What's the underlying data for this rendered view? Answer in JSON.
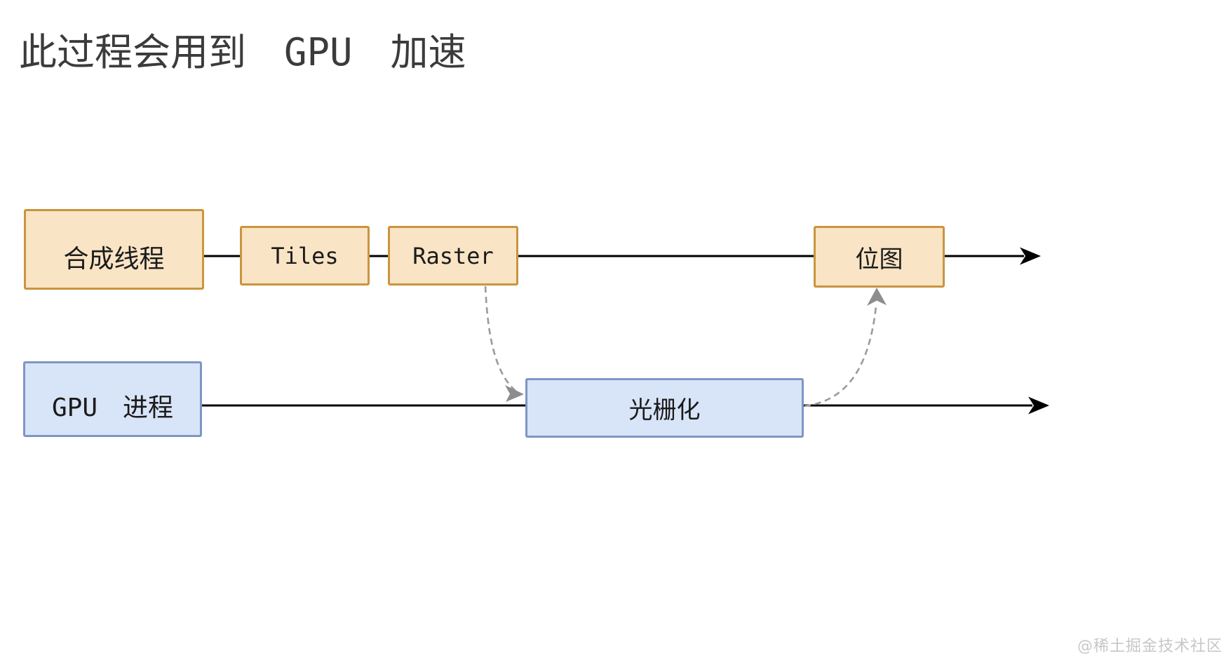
{
  "title": "此过程会用到　GPU　加速",
  "nodes": {
    "compositor": {
      "label": "合成线程"
    },
    "tiles": {
      "label": "Tiles"
    },
    "raster": {
      "label": "Raster"
    },
    "bitmap": {
      "label": "位图"
    },
    "gpu": {
      "label": "GPU　进程"
    },
    "rasterization": {
      "label": "光栅化"
    }
  },
  "edges": [
    {
      "from": "合成线程",
      "to": "Tiles",
      "style": "solid-line"
    },
    {
      "from": "Tiles",
      "to": "Raster",
      "style": "solid-line"
    },
    {
      "from": "Raster",
      "to": "位图",
      "style": "solid-line"
    },
    {
      "from": "位图",
      "to": "arrow-right",
      "style": "solid-arrow"
    },
    {
      "from": "GPU 进程",
      "to": "光栅化",
      "style": "solid-line"
    },
    {
      "from": "光栅化",
      "to": "arrow-right",
      "style": "solid-arrow"
    },
    {
      "from": "Raster",
      "to": "光栅化",
      "style": "dashed-arrow"
    },
    {
      "from": "光栅化",
      "to": "位图",
      "style": "dashed-arrow"
    }
  ],
  "watermark": "@稀土掘金技术社区",
  "colors": {
    "bg": "#ffffff",
    "titleText": "#3b3b3b",
    "nodeText": "#1b1b1b",
    "orangeFill": "#f9e4c5",
    "orangeBorder": "#c9953e",
    "blueFill": "#d8e4f7",
    "blueBorder": "#7e96c4",
    "line": "#000000",
    "dashed": "#9b9b9b",
    "grayArrow": "#8d8d8d",
    "watermark": "#c7c7c7"
  }
}
